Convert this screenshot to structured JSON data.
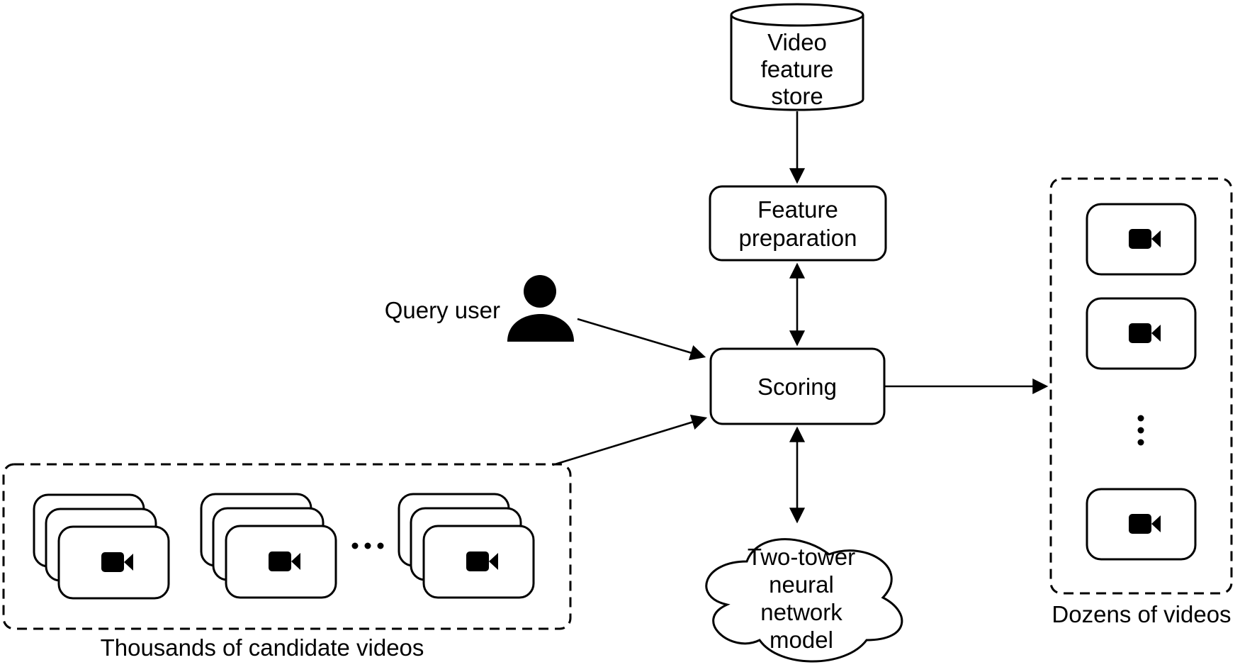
{
  "diagram": {
    "background": "#ffffff",
    "stroke_color": "#000000",
    "text_color": "#000000",
    "nodes": {
      "video_feature_store": {
        "type": "datastore-cylinder",
        "lines": [
          "Video",
          "feature",
          "store"
        ]
      },
      "feature_preparation": {
        "type": "process-box",
        "lines": [
          "Feature",
          "preparation"
        ]
      },
      "scoring": {
        "type": "process-box",
        "label": "Scoring"
      },
      "query_user": {
        "type": "actor",
        "label": "Query user",
        "icon": "person-icon"
      },
      "two_tower_model": {
        "type": "cloud",
        "lines": [
          "Two-tower",
          "neural",
          "network",
          "model"
        ]
      }
    },
    "groups": {
      "candidate_videos": {
        "label": "Thousands of candidate videos",
        "border": "dashed",
        "video_stacks": 3,
        "cards_per_stack": 3,
        "ellipsis": "horizontal"
      },
      "output_videos": {
        "label": "Dozens of videos",
        "border": "dashed",
        "video_cards": 3,
        "ellipsis": "vertical"
      }
    },
    "icons": {
      "video_card": "video-camera-icon",
      "query_user": "person-silhouette-icon",
      "horizontal_ellipsis": "...",
      "vertical_ellipsis": "⋮"
    },
    "edges": [
      {
        "from": "video_feature_store",
        "to": "feature_preparation",
        "direction": "one-way"
      },
      {
        "from": "feature_preparation",
        "to": "scoring",
        "direction": "two-way"
      },
      {
        "from": "query_user",
        "to": "scoring",
        "direction": "one-way"
      },
      {
        "from": "candidate_videos",
        "to": "scoring",
        "direction": "one-way"
      },
      {
        "from": "scoring",
        "to": "output_videos",
        "direction": "one-way"
      },
      {
        "from": "scoring",
        "to": "two_tower_model",
        "direction": "two-way"
      }
    ]
  }
}
